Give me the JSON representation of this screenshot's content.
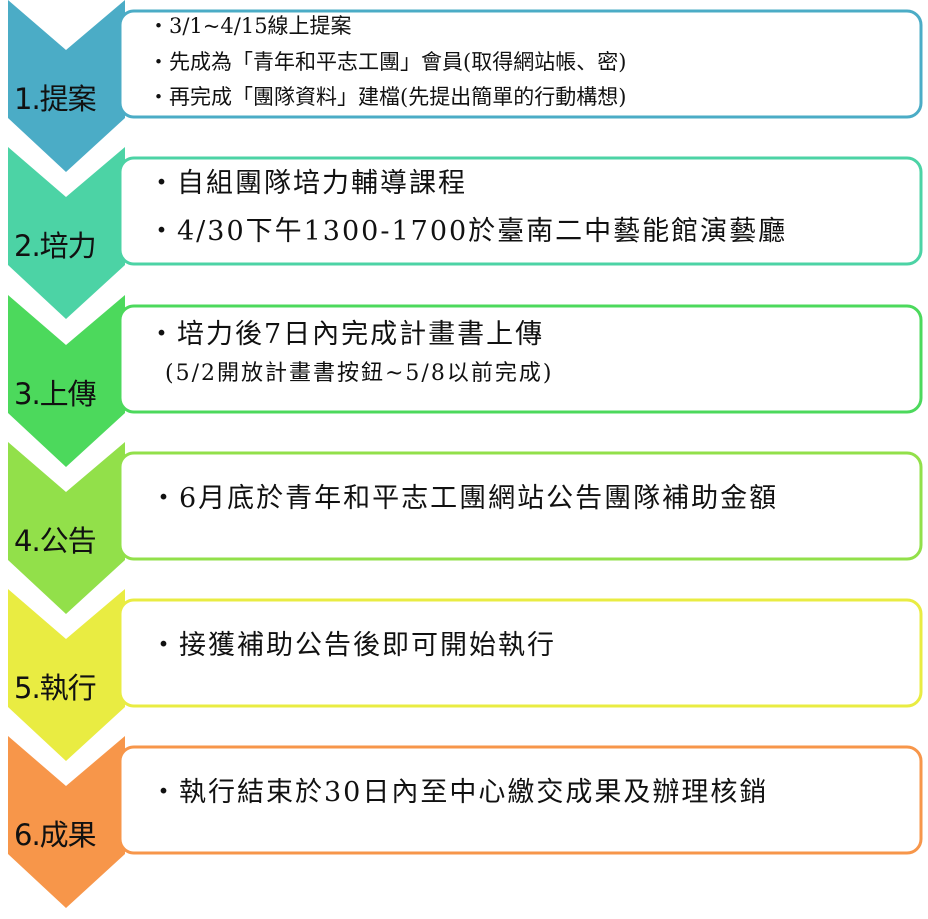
{
  "steps": [
    {
      "label": "1.提案",
      "color": "#4BACC6",
      "lines": [
        "・3/1~4/15線上提案",
        "・先成為「青年和平志工團」會員(取得網站帳、密)",
        "・再完成「團隊資料」建檔(先提出簡單的行動構想)"
      ]
    },
    {
      "label": "2.培力",
      "color": "#4CD3A5",
      "lines": [
        "・自組團隊培力輔導課程",
        "・4/30下午1300-1700於臺南二中藝能館演藝廳"
      ]
    },
    {
      "label": "3.上傳",
      "color": "#4CD95C",
      "lines": [
        "・培力後7日內完成計畫書上傳",
        "(5/2開放計畫書按鈕~5/8以前完成)"
      ]
    },
    {
      "label": "4.公告",
      "color": "#92E04A",
      "lines": [
        "・6月底於青年和平志工團網站公告團隊補助金額"
      ]
    },
    {
      "label": "5.執行",
      "color": "#E9EC42",
      "lines": [
        "・接獲補助公告後即可開始執行"
      ]
    },
    {
      "label": "6.成果",
      "color": "#F7964A",
      "lines": [
        "・執行結束於30日內至中心繳交成果及辦理核銷"
      ]
    }
  ]
}
